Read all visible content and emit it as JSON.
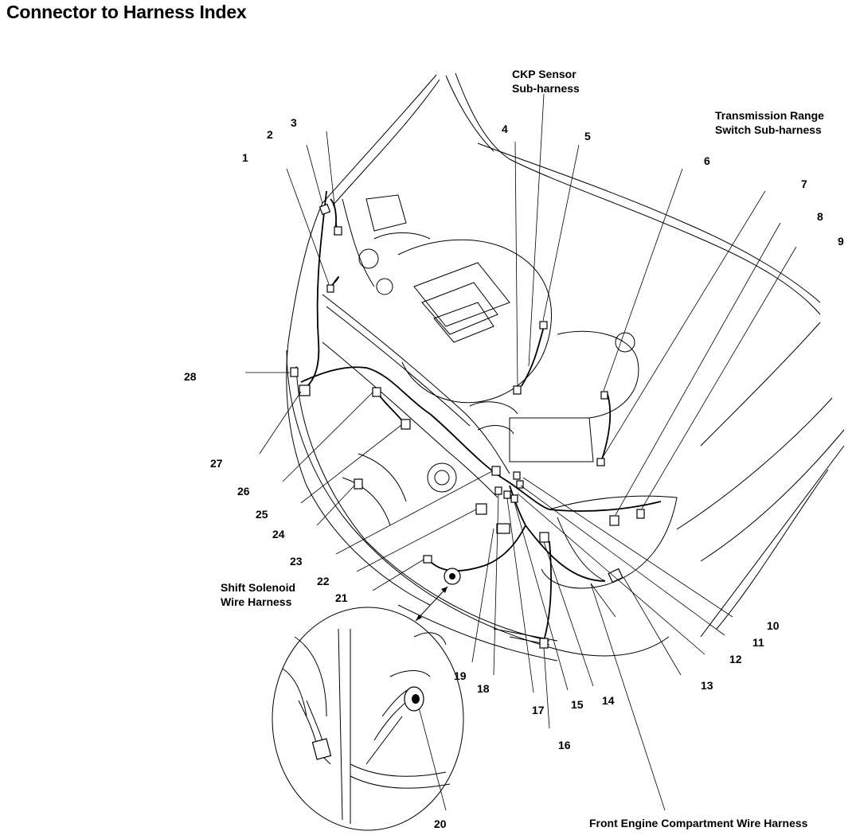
{
  "title": "Connector to Harness Index",
  "labels": {
    "ckp": [
      "CKP Sensor",
      "Sub-harness"
    ],
    "trs": [
      "Transmission Range",
      "Switch Sub-harness"
    ],
    "shift": [
      "Shift Solenoid",
      "Wire Harness"
    ],
    "front": "Front Engine Compartment Wire Harness"
  },
  "callouts": [
    "1",
    "2",
    "3",
    "4",
    "5",
    "6",
    "7",
    "8",
    "9",
    "10",
    "11",
    "12",
    "13",
    "14",
    "15",
    "16",
    "17",
    "18",
    "19",
    "20",
    "21",
    "22",
    "23",
    "24",
    "25",
    "26",
    "27",
    "28"
  ]
}
